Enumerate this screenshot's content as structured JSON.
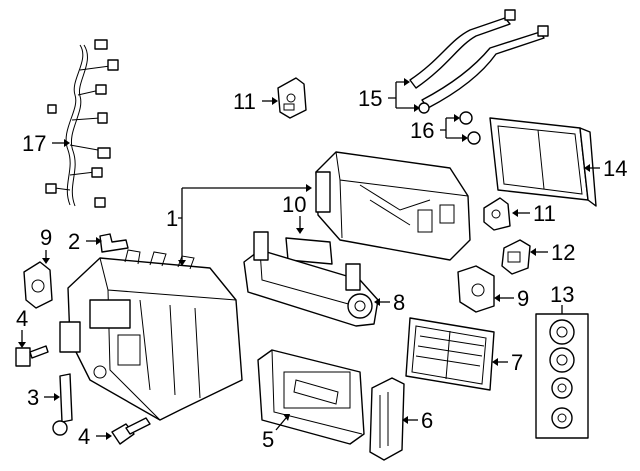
{
  "callouts": {
    "c1": "1",
    "c2": "2",
    "c3": "3",
    "c4a": "4",
    "c4b": "4",
    "c5": "5",
    "c6": "6",
    "c7": "7",
    "c8": "8",
    "c9a": "9",
    "c9b": "9",
    "c10": "10",
    "c11a": "11",
    "c11b": "11",
    "c12": "12",
    "c13": "13",
    "c14": "14",
    "c15": "15",
    "c16": "16",
    "c17": "17"
  }
}
